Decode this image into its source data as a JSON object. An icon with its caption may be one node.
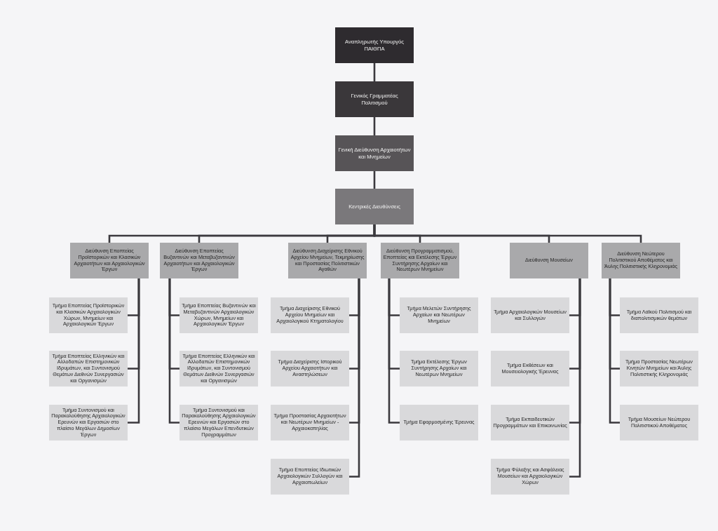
{
  "diagram": {
    "nodes": [
      {
        "text": [
          "Αναπληρωτής Υπουργός ΠΑΙΘΠΑ"
        ]
      },
      {
        "text": [
          "Γενικός Γραμματέας Πολιτισμού"
        ]
      },
      {
        "text": [
          "Γενική Διεύθυνση Αρχαιοτήτων και Μνημείων"
        ]
      },
      {
        "text": [
          "Κεντρικές Διευθύνσεις"
        ]
      },
      {
        "text": [
          "Διεύθυνση Εποπτείας Προϊστορικών και Κλασικών Αρχαιοτήτων και Αρχαιολογικών Έργων"
        ]
      },
      {
        "text": [
          "Διεύθυνση Εποπτείας Βυζαντινών και Μεταβυζαντινών Αρχαιοτήτων και Αρχαιολογικών Έργων"
        ]
      },
      {
        "text": [
          "Διεύθυνση Διαχείρισης Εθνικού Αρχείου Μνημείων, Τεκμηρίωσης και Προστασίας Πολιτιστικών Αγαθών"
        ]
      },
      {
        "text": [
          "Διεύθυνση Προγραμματισμού, Εποπτείας και Εκτέλεσης Έργων Συντήρησης Αρχαίων και Νεωτέρων Μνημείων"
        ]
      },
      {
        "text": [
          "Διεύθυνση Μουσείων"
        ]
      },
      {
        "text": [
          "Διεύθυνση Νεώτερου Πολιτιστικού Αποθέματος και Άυλης Πολιτιστικής Κληρονομιάς"
        ]
      },
      {
        "text": [
          "Τμήμα Εποπτείας Προϊστορικών και Κλασικών Αρχαιολογικών Χώρων, Μνημείων και Αρχαιολογικών Έργων"
        ]
      },
      {
        "text": [
          "Τμήμα Εποπτείας Ελληνικών και Αλλοδαπών Επιστημονικών Ιδρυμάτων, και Συντονισμού Θεμάτων Διεθνών Συνεργασιών και Οργανισμών"
        ]
      },
      {
        "text": [
          "Τμήμα Συντονισμού και Παρακολούθησης Αρχαιολογικών Ερευνών και Εργασιών στο πλαίσιο Μεγάλων Δημοσίων Έργων"
        ]
      },
      {
        "text": [
          "Τμήμα Εποπτείας Βυζαντινών και Μεταβυζαντινών Αρχαιολογικών Χώρων, Μνημείων και Αρχαιολογικών Έργων"
        ]
      },
      {
        "text": [
          "Τμήμα Εποπτείας Ελληνικών και Αλλοδαπών Επιστημονικών Ιδρυμάτων, και Συντονισμού Θεμάτων Διεθνών Συνεργασιών και Οργανισμών"
        ]
      },
      {
        "text": [
          "Τμήμα Συντονισμού και Παρακολούθησης Αρχαιολογικών Ερευνών και Εργασιών στο πλαίσιο Μεγάλων Επενδυτικών Προγραμμάτων"
        ]
      },
      {
        "text": [
          "Τμήμα Διαχείρισης Εθνικού Αρχείου Μνημείων και Αρχαιολογικού Κτηματολογίου"
        ]
      },
      {
        "text": [
          "Τμήμα Διαχείρισης Ιστορικού Αρχείου Αρχαιοτήτων και Αναστηλώσεων"
        ]
      },
      {
        "text": [
          "Τμήμα Προστασίας Αρχαιοτήτων και Νεωτέρων Μνημείων - Αρχαιοκαπηλίας"
        ]
      },
      {
        "text": [
          "Τμήμα Εποπτείας Ιδιωτικών Αρχαιολογικών Συλλογών και Αρχαιοπωλείων"
        ]
      },
      {
        "text": [
          "Τμήμα Μελετών Συντήρησης Αρχαίων και Νεωτέρων Μνημείων"
        ]
      },
      {
        "text": [
          "Τμήμα Εκτέλεσης Έργων Συντήρησης Αρχαίων και Νεωτέρων Μνημείων"
        ]
      },
      {
        "text": [
          "Τμήμα Εφαρμοσμένης Έρευνας"
        ]
      },
      {
        "text": [
          "Τμήμα Αρχαιολογικών Μουσείων και Συλλογών"
        ]
      },
      {
        "text": [
          "Τμήμα Εκθέσεων και Μουσειολογικής Έρευνας"
        ]
      },
      {
        "text": [
          "Τμήμα Εκπαιδευτικών Προγραμμάτων και Επικοινωνίας"
        ]
      },
      {
        "text": [
          "Τμήμα Φύλαξης και Ασφάλειας Μουσείων και Αρχαιολογικών Χώρων"
        ]
      },
      {
        "text": [
          "Τμήμα Λαϊκού Πολιτισμού και διαπολιτισμικών θεμάτων"
        ]
      },
      {
        "text": [
          "Τμήμα Προστασίας Νεωτέρων Κινητών Μνημείων και Άυλης Πολιτιστικής Κληρονομιάς"
        ]
      },
      {
        "text": [
          "Τμήμα Μουσείων Νεώτερου Πολιτιστικού Αποθέματος"
        ]
      }
    ],
    "edges": [
      {
        "from": 0,
        "to": 1,
        "arrow": "none"
      },
      {
        "from": 1,
        "to": 2,
        "arrow": "none"
      },
      {
        "from": 2,
        "to": 3,
        "arrow": "none"
      },
      {
        "from": 3,
        "to": 4,
        "arrow": "none"
      },
      {
        "from": 3,
        "to": 5,
        "arrow": "none"
      },
      {
        "from": 3,
        "to": 6,
        "arrow": "none"
      },
      {
        "from": 3,
        "to": 7,
        "arrow": "none"
      },
      {
        "from": 3,
        "to": 8,
        "arrow": "none"
      },
      {
        "from": 3,
        "to": 9,
        "arrow": "none"
      },
      {
        "from": 4,
        "to": 10,
        "arrow": "none"
      },
      {
        "from": 4,
        "to": 11,
        "arrow": "none"
      },
      {
        "from": 4,
        "to": 12,
        "arrow": "none"
      },
      {
        "from": 5,
        "to": 13,
        "arrow": "none"
      },
      {
        "from": 5,
        "to": 14,
        "arrow": "none"
      },
      {
        "from": 5,
        "to": 15,
        "arrow": "none"
      },
      {
        "from": 6,
        "to": 16,
        "arrow": "none"
      },
      {
        "from": 6,
        "to": 17,
        "arrow": "none"
      },
      {
        "from": 6,
        "to": 18,
        "arrow": "none"
      },
      {
        "from": 6,
        "to": 19,
        "arrow": "none"
      },
      {
        "from": 7,
        "to": 20,
        "arrow": "none"
      },
      {
        "from": 7,
        "to": 21,
        "arrow": "none"
      },
      {
        "from": 7,
        "to": 22,
        "arrow": "none"
      },
      {
        "from": 8,
        "to": 23,
        "arrow": "none"
      },
      {
        "from": 8,
        "to": 24,
        "arrow": "none"
      },
      {
        "from": 8,
        "to": 25,
        "arrow": "none"
      },
      {
        "from": 8,
        "to": 26,
        "arrow": "none"
      },
      {
        "from": 9,
        "to": 27,
        "arrow": "none"
      },
      {
        "from": 9,
        "to": 28,
        "arrow": "none"
      },
      {
        "from": 9,
        "to": 29,
        "arrow": "none"
      }
    ]
  }
}
